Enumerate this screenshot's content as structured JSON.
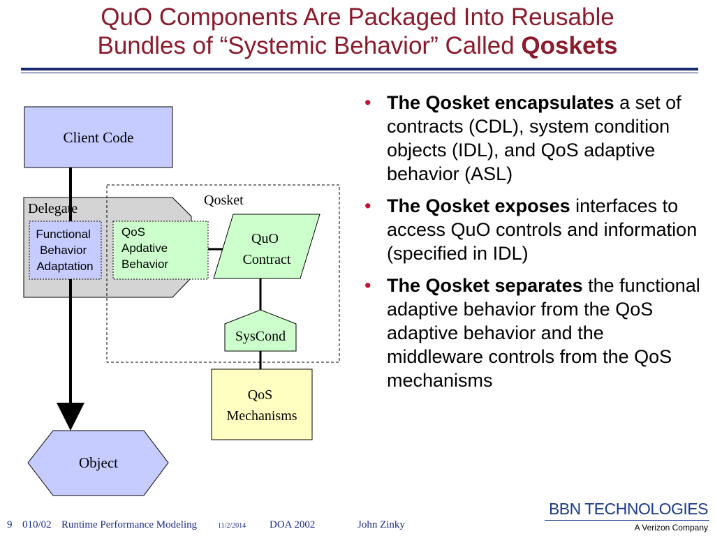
{
  "title": {
    "line1": "QuO Components Are Packaged Into Reusable",
    "line2_prefix": "Bundles of “Systemic Behavior” Called ",
    "line2_bold": "Qoskets"
  },
  "diagram": {
    "client_code": "Client Code",
    "delegate": "Delegate",
    "qosket": "Qosket",
    "functional": [
      "Functional",
      "Behavior",
      "Adaptation"
    ],
    "qos_adaptive": [
      "QoS",
      "Apdative",
      "Behavior"
    ],
    "quo_contract": [
      "QuO",
      "Contract"
    ],
    "syscond": "SysCond",
    "qos_mechanisms": [
      "QoS",
      "Mechanisms"
    ],
    "object": "Object",
    "colors": {
      "client_fill": "#c6ccff",
      "delegate_fill": "#d4d4d4",
      "green_fill": "#ccffcc",
      "yellow_fill": "#ffffc2",
      "object_fill": "#c6ccff"
    }
  },
  "bullets": [
    {
      "bold": "The Qosket encapsulates",
      "rest": " a set of contracts (CDL), system condition objects (IDL), and QoS adaptive behavior (ASL)"
    },
    {
      "bold": "The Qosket exposes",
      "rest": " interfaces to access QuO controls and information (specified in IDL)"
    },
    {
      "bold": "The Qosket separates",
      "rest": " the functional adaptive behavior from the QoS adaptive behavior and the middleware controls from the QoS mechanisms"
    }
  ],
  "footer": {
    "page": "9",
    "code": "010/02",
    "talk": "Runtime Performance Modeling",
    "date": "11/2/2014",
    "venue": "DOA 2002",
    "author": "John Zinky"
  },
  "brand": {
    "name": "BBN TECHNOLOGIES",
    "sub": "A Verizon Company"
  }
}
